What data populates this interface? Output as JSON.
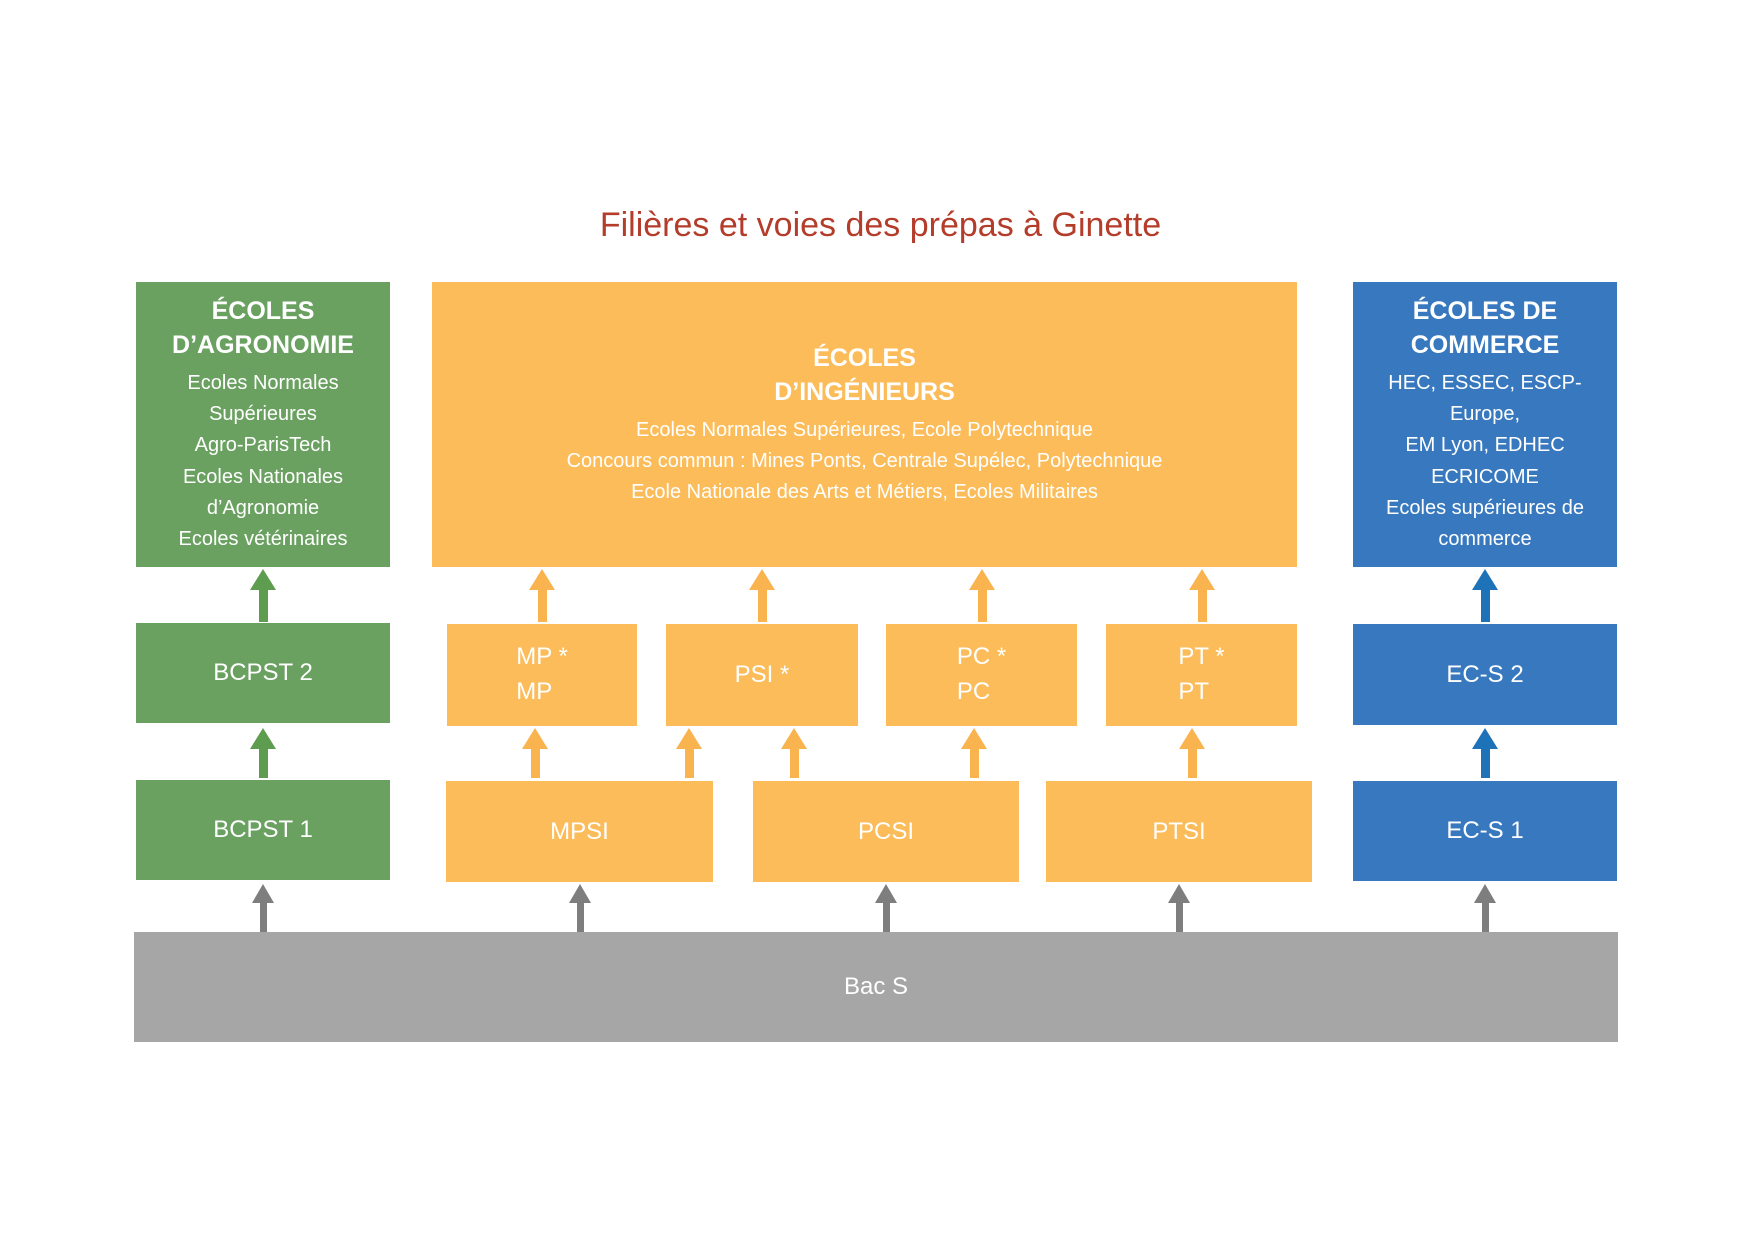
{
  "title": {
    "text": "Filières et voies des prépas à Ginette"
  },
  "colors": {
    "title-red": "#B43C2B",
    "green-box": "#6AA161",
    "green-arrow": "#5E9C50",
    "orange-box": "#FBBC59",
    "orange-arrow": "#F9B34F",
    "blue-box": "#3778BE",
    "blue-arrow": "#1E72B8",
    "gray-bar": "#A6A6A6",
    "gray-arrow": "#7E7E7E",
    "text-white": "#FFFFFF"
  },
  "columns": {
    "agronomie": {
      "header_lines": [
        "ÉCOLES",
        "D’AGRONOMIE"
      ],
      "body_lines": [
        "Ecoles Normales",
        "Supérieures",
        "Agro-ParisTech",
        "Ecoles Nationales",
        "d’Agronomie",
        "Ecoles vétérinaires"
      ],
      "year2_label": "BCPST 2",
      "year1_label": "BCPST 1"
    },
    "ingenieurs": {
      "header_lines": [
        "ÉCOLES",
        "D’INGÉNIEURS"
      ],
      "body_lines": [
        "Ecoles Normales Supérieures, Ecole Polytechnique",
        "Concours commun : Mines Ponts, Centrale Supélec, Polytechnique",
        "Ecole Nationale des Arts et Métiers, Ecoles Militaires"
      ],
      "year2_tracks": [
        {
          "line1": "MP *",
          "line2": "MP"
        },
        {
          "line1": "PSI *",
          "line2": ""
        },
        {
          "line1": "PC *",
          "line2": "PC"
        },
        {
          "line1": "PT *",
          "line2": "PT"
        }
      ],
      "year1_tracks": [
        "MPSI",
        "PCSI",
        "PTSI"
      ]
    },
    "commerce": {
      "header_lines": [
        "ÉCOLES DE",
        "COMMERCE"
      ],
      "body_lines": [
        "HEC, ESSEC, ESCP-",
        "Europe,",
        "EM Lyon, EDHEC",
        "ECRICOME",
        "Ecoles supérieures de",
        "commerce"
      ],
      "year2_label": "EC-S 2",
      "year1_label": "EC-S 1"
    }
  },
  "base_bar": {
    "label": "Bac S"
  }
}
